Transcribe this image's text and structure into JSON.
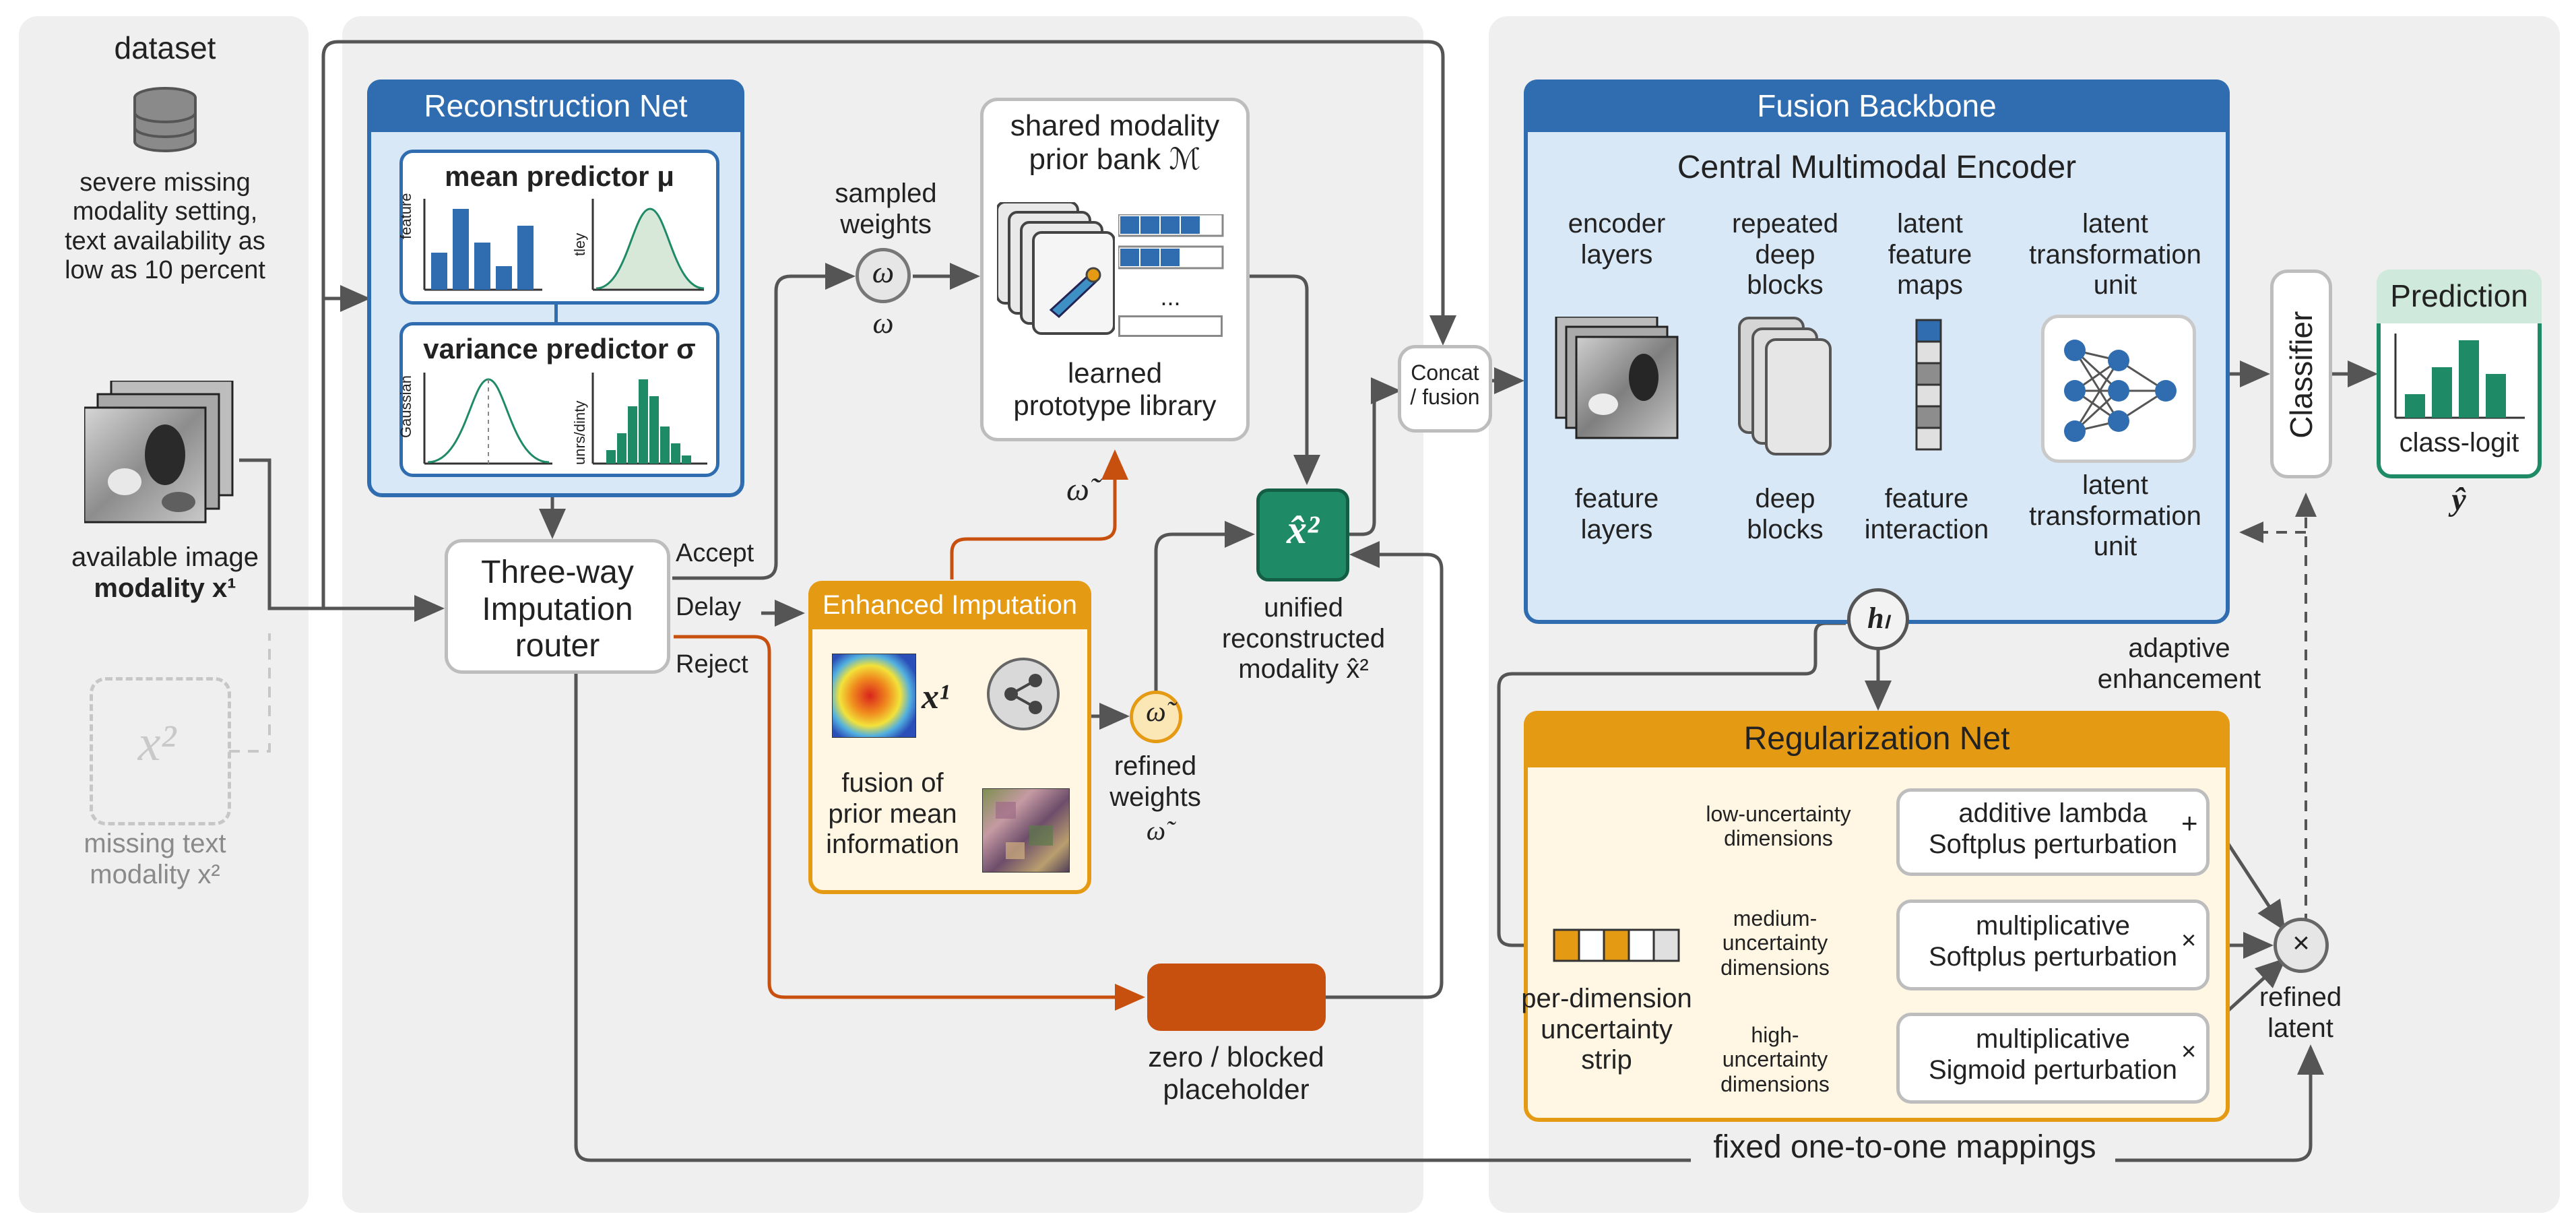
{
  "dataset": {
    "title": "dataset",
    "note": "severe missing modality setting, text availability as low as 10 percent",
    "note_lines": [
      "severe missing",
      "modality setting,",
      "text availability as",
      "low as 10 percent"
    ],
    "image_label_lines": [
      "available image",
      "modality x¹"
    ],
    "missing_symbol": "x²",
    "missing_label_lines": [
      "missing text",
      "modality x²"
    ]
  },
  "reconstruction_net": {
    "title": "Reconstruction Net",
    "mean_predictor": "mean predictor μ",
    "variance_predictor": "variance predictor σ",
    "axis_feature": "feature",
    "axis_tley": "tley",
    "axis_gaussian": "Gaussian",
    "axis_uncertainty": "unrs/dinty"
  },
  "router": {
    "title_lines": [
      "Three-way",
      "Imputation",
      "router"
    ],
    "accept": "Accept",
    "delay": "Delay",
    "reject": "Reject"
  },
  "sampled_weights": {
    "label_lines": [
      "sampled",
      "weights"
    ],
    "symbol": "ω",
    "below": "ω"
  },
  "prior_bank": {
    "title_lines": [
      "shared modality",
      "prior bank ℳ"
    ],
    "dots": "...",
    "caption_lines": [
      "learned",
      "prototype library"
    ],
    "omega_tilde": "ω̃"
  },
  "enhanced_imputation": {
    "title": "Enhanced Imputation",
    "x1": "x¹",
    "caption_lines": [
      "fusion of",
      "prior mean",
      "information"
    ]
  },
  "refined_weights": {
    "symbol": "ω̃",
    "label_lines": [
      "refined",
      "weights"
    ],
    "below": "ω̃"
  },
  "unified": {
    "symbol": "x̂²",
    "label_lines": [
      "unified",
      "reconstructed",
      "modality x̂²"
    ]
  },
  "placeholder": {
    "label_lines": [
      "zero / blocked",
      "placeholder"
    ]
  },
  "concat": {
    "label_lines": [
      "Concat",
      "/ fusion"
    ]
  },
  "fusion_backbone": {
    "title": "Fusion Backbone",
    "subtitle": "Central Multimodal Encoder",
    "encoder_top_lines": [
      "encoder",
      "layers"
    ],
    "repeated_top_lines": [
      "repeated",
      "deep",
      "blocks"
    ],
    "latent_maps_top_lines": [
      "latent",
      "feature",
      "maps"
    ],
    "ltu_top_lines": [
      "latent",
      "transformation",
      "unit"
    ],
    "feature_layers_lines": [
      "feature",
      "layers"
    ],
    "deep_blocks_lines": [
      "deep",
      "blocks"
    ],
    "feature_interaction_lines": [
      "feature",
      "interaction"
    ],
    "ltu_bottom_lines": [
      "latent",
      "transformation",
      "unit"
    ],
    "hl": "hₗ"
  },
  "classifier": {
    "label": "Classifier"
  },
  "prediction": {
    "title": "Prediction",
    "label": "class-logit",
    "y_hat": "ŷ"
  },
  "adaptive": {
    "label_lines": [
      "adaptive",
      "enhancement"
    ]
  },
  "regularization_net": {
    "title": "Regularization Net",
    "strip_label_lines": [
      "per-dimension",
      "uncertainty",
      "strip"
    ],
    "low_lines": [
      "low-uncertainty",
      "dimensions"
    ],
    "medium_lines": [
      "medium-",
      "uncertainty",
      "dimensions"
    ],
    "high_lines": [
      "high-",
      "uncertainty",
      "dimensions"
    ],
    "pert1_lines": [
      "additive lambda",
      "Softplus perturbation"
    ],
    "pert1_sign": "+",
    "pert2_lines": [
      "multiplicative",
      "Softplus perturbation"
    ],
    "pert2_sign": "×",
    "pert3_lines": [
      "multiplicative",
      "Sigmoid perturbation"
    ],
    "pert3_sign": "×",
    "combine": "×",
    "refined_latent_lines": [
      "refined",
      "latent"
    ]
  },
  "bottom": {
    "mapping": "fixed one-to-one mappings"
  },
  "colors": {
    "blue": "#2f6db0",
    "orange": "#e59a13",
    "rust": "#c8500f",
    "teal": "#1f8a66",
    "gray_panel": "#efefef"
  }
}
